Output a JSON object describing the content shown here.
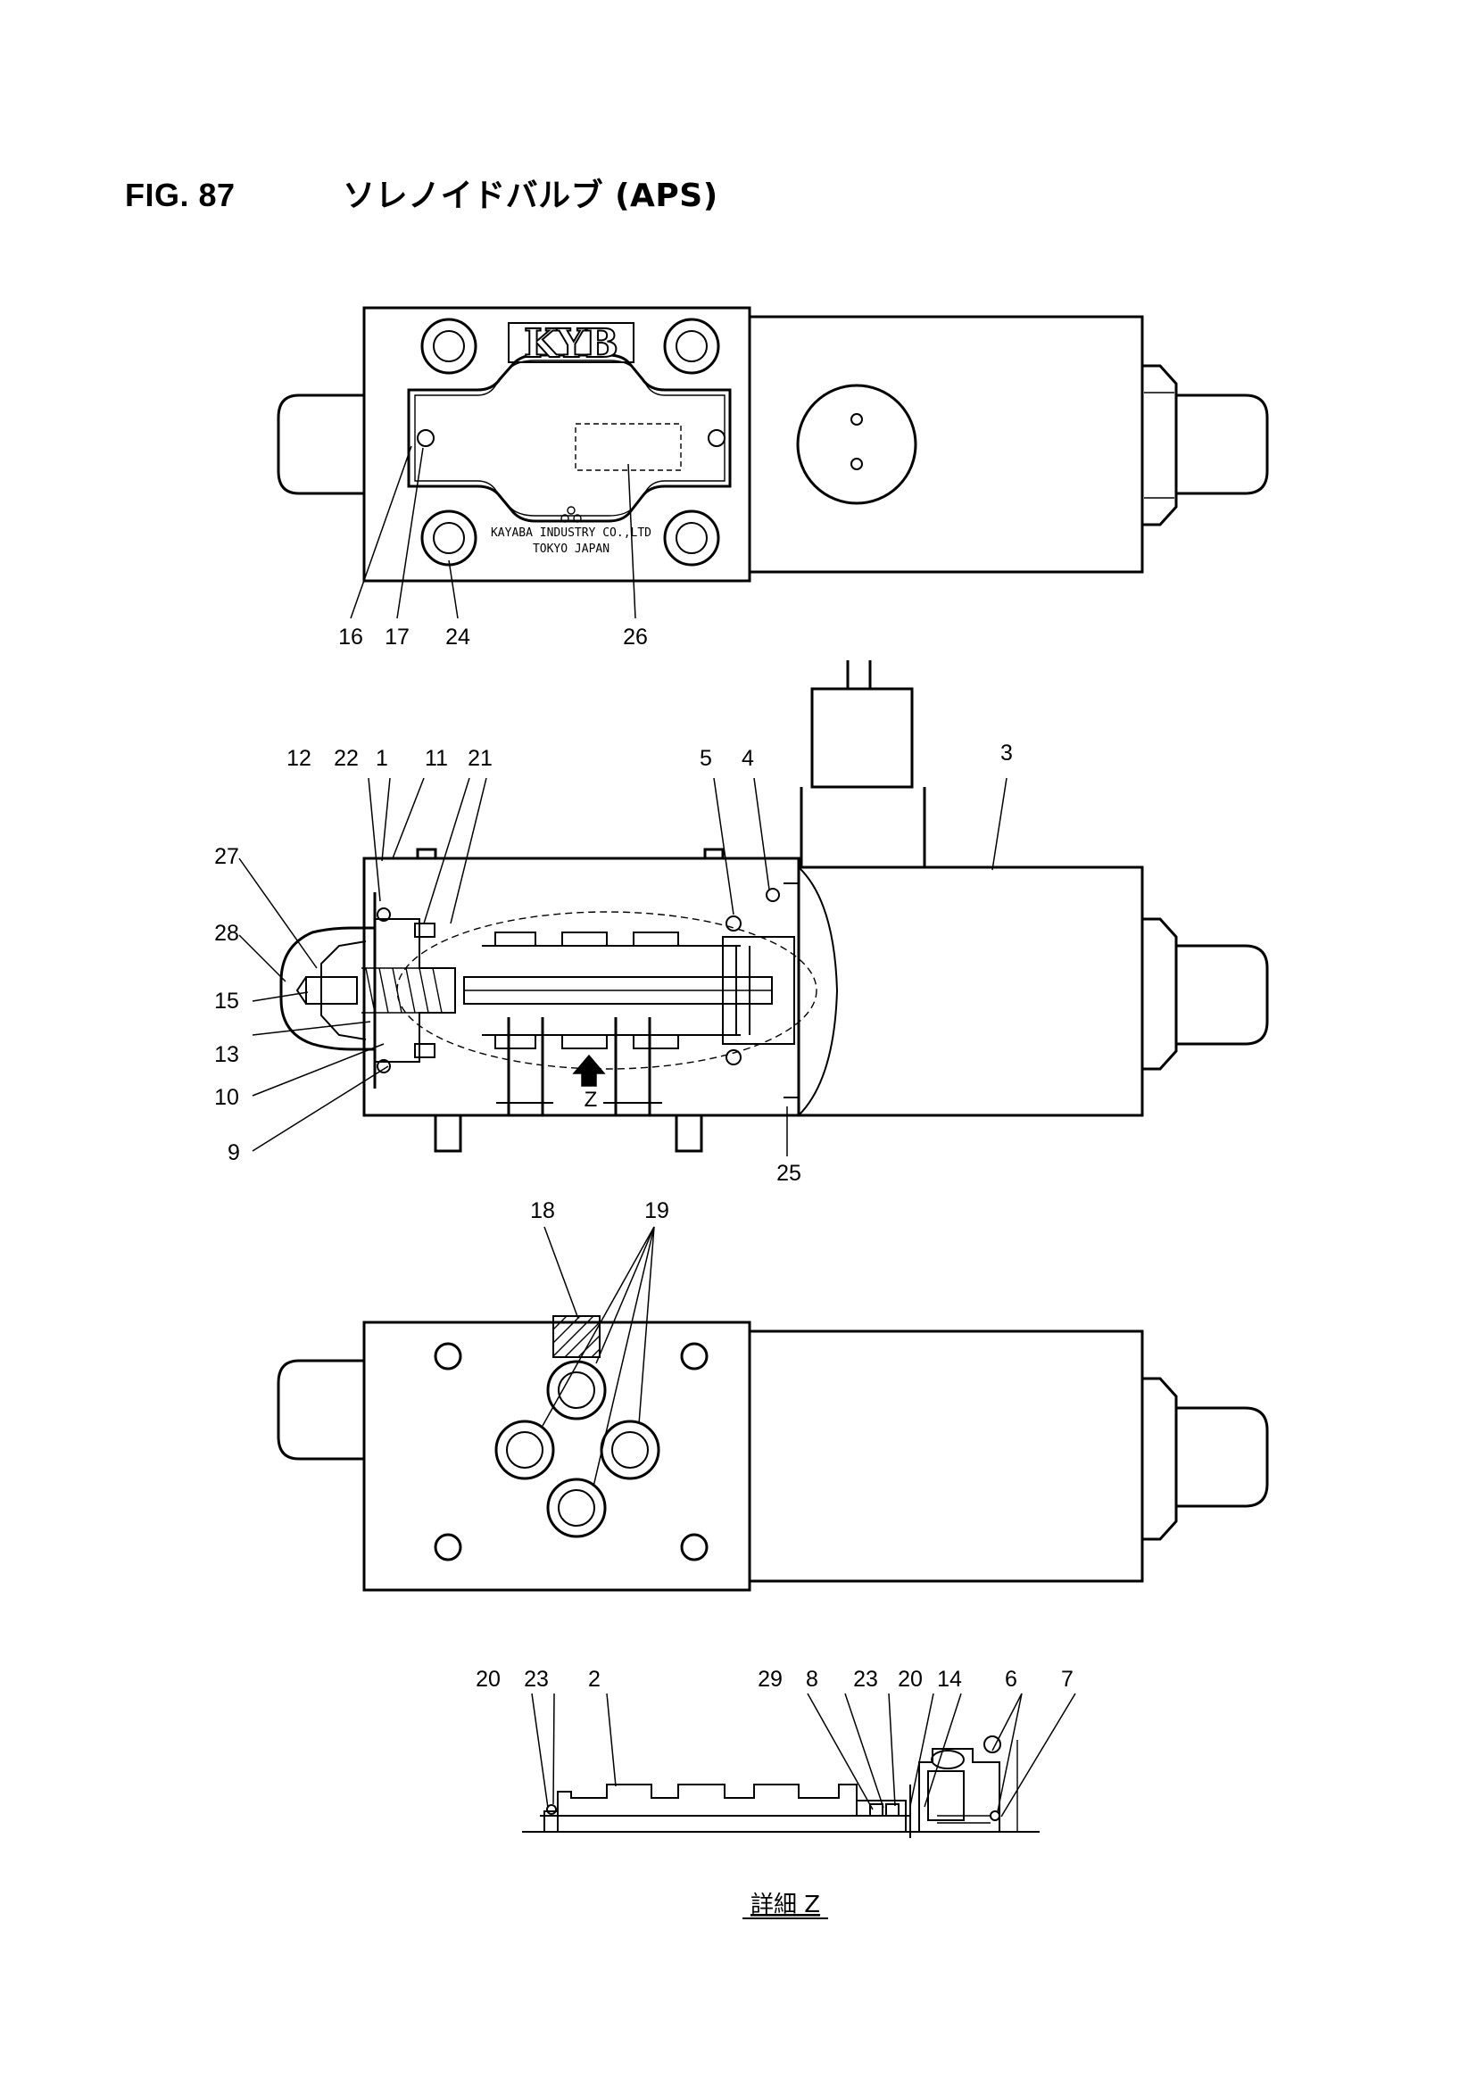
{
  "figure": {
    "number_label": "FIG. 87",
    "title": "ソレノイドバルブ (APS)"
  },
  "top_view": {
    "brand_logo": "KYB",
    "nameplate_line1": "KAYABA INDUSTRY CO.,LTD",
    "nameplate_line2": "TOKYO JAPAN",
    "callouts": [
      "16",
      "17",
      "24",
      "26"
    ]
  },
  "section_view": {
    "callouts": [
      "12",
      "22",
      "1",
      "11",
      "21",
      "5",
      "4",
      "3",
      "27",
      "28",
      "15",
      "13",
      "10",
      "9",
      "25"
    ],
    "arrow_label": "Z"
  },
  "bottom_view": {
    "callouts": [
      "18",
      "19"
    ]
  },
  "detail_view": {
    "callouts": [
      "20",
      "23",
      "2",
      "29",
      "8",
      "23",
      "20",
      "14",
      "6",
      "7"
    ],
    "caption": "詳細 Z"
  }
}
